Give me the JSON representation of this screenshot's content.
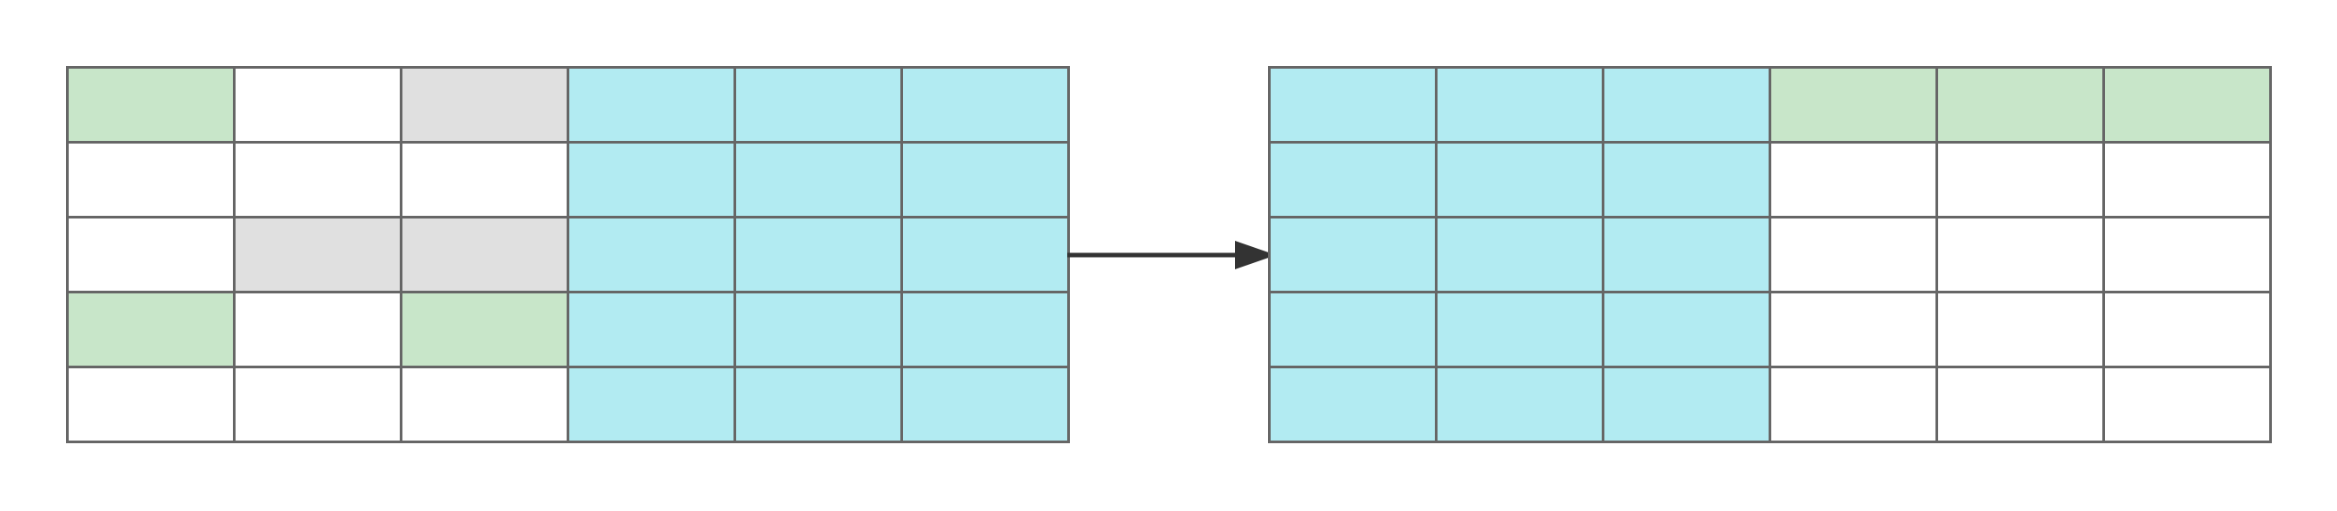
{
  "colors": {
    "white": "#ffffff",
    "green": "#c8e6c9",
    "gray": "#e0e0e0",
    "cyan": "#b2ebf2",
    "border": "#666666",
    "arrow": "#333333"
  },
  "left_grid": [
    [
      "green",
      "white",
      "gray",
      "cyan",
      "cyan",
      "cyan"
    ],
    [
      "white",
      "white",
      "white",
      "cyan",
      "cyan",
      "cyan"
    ],
    [
      "white",
      "gray",
      "gray",
      "cyan",
      "cyan",
      "cyan"
    ],
    [
      "green",
      "white",
      "green",
      "cyan",
      "cyan",
      "cyan"
    ],
    [
      "white",
      "white",
      "white",
      "cyan",
      "cyan",
      "cyan"
    ]
  ],
  "right_grid": [
    [
      "cyan",
      "cyan",
      "cyan",
      "green",
      "green",
      "green"
    ],
    [
      "cyan",
      "cyan",
      "cyan",
      "white",
      "white",
      "white"
    ],
    [
      "cyan",
      "cyan",
      "cyan",
      "white",
      "white",
      "white"
    ],
    [
      "cyan",
      "cyan",
      "cyan",
      "white",
      "white",
      "white"
    ],
    [
      "cyan",
      "cyan",
      "cyan",
      "white",
      "white",
      "white"
    ]
  ]
}
